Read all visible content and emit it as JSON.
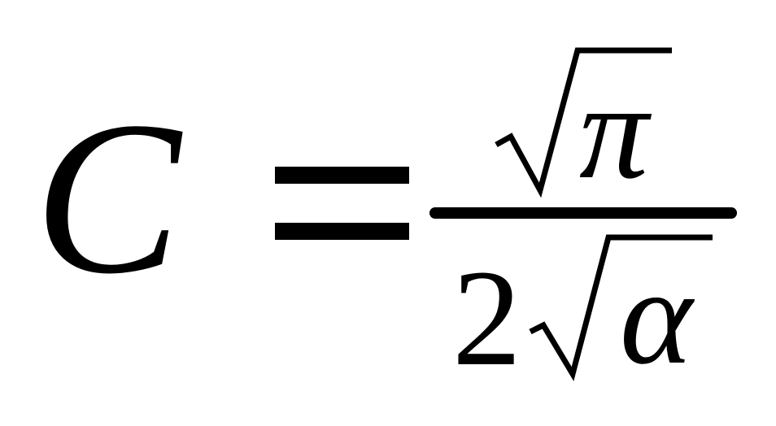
{
  "equation": {
    "lhs_variable": "C",
    "equals_sign": "=",
    "numerator": {
      "radical_symbol": "√",
      "radicand": "π"
    },
    "denominator": {
      "coefficient": "2",
      "radical_symbol": "√",
      "radicand": "α"
    }
  },
  "colors": {
    "ink": "#000000",
    "background": "#ffffff"
  }
}
